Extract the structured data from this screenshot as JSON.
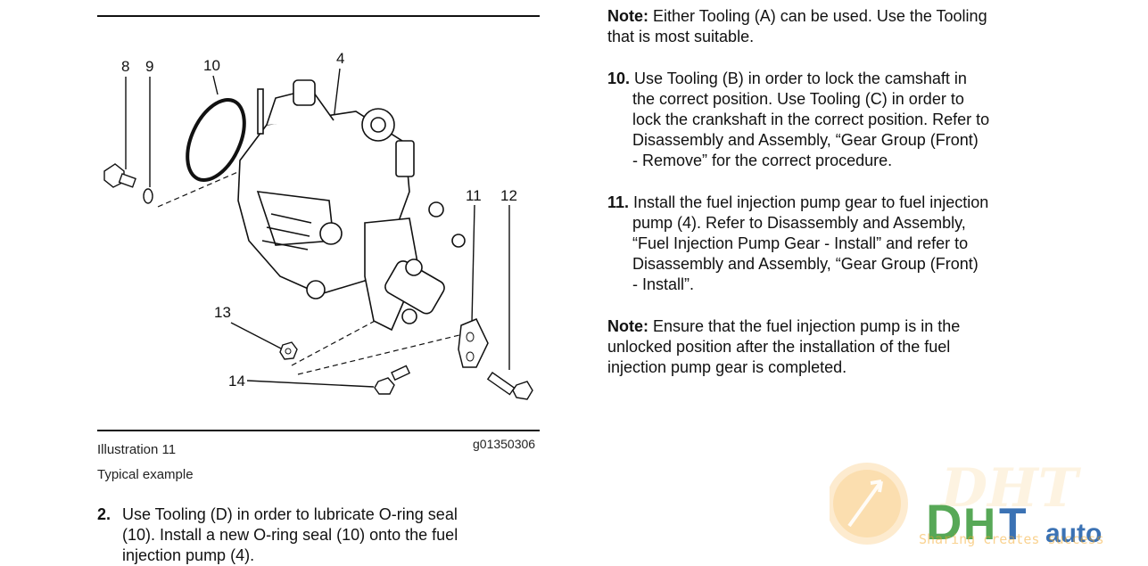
{
  "left": {
    "illustration_label": "Illustration 11",
    "illustration_code": "g01350306",
    "caption": "Typical example",
    "figure_callouts": [
      "8",
      "9",
      "10",
      "4",
      "11",
      "12",
      "13",
      "14"
    ],
    "step2": {
      "number": "2.",
      "line1": "Use Tooling (D) in order to lubricate O-ring seal",
      "line2": "(10). Install a new O-ring seal (10) onto the fuel",
      "line3": "injection pump (4)."
    }
  },
  "right": {
    "note1": {
      "label": "Note:",
      "line1": "Either Tooling (A) can be used. Use the Tooling",
      "line2": "that is most suitable."
    },
    "step10": {
      "number": "10.",
      "line1": "Use Tooling (B) in order to lock the camshaft in",
      "line2": "the correct position. Use Tooling (C) in order to",
      "line3": "lock the crankshaft in the correct position. Refer to",
      "line4": "Disassembly and Assembly, “Gear Group (Front)",
      "line5": "- Remove” for the correct procedure."
    },
    "step11": {
      "number": "11.",
      "line1": "Install the fuel injection pump gear to fuel injection",
      "line2": "pump (4). Refer to Disassembly and Assembly,",
      "line3": "“Fuel Injection Pump Gear - Install” and refer to",
      "line4": "Disassembly and Assembly, “Gear Group (Front)",
      "line5": "- Install”."
    },
    "note2": {
      "label": "Note:",
      "line1": "Ensure that the fuel injection pump is in the",
      "line2": "unlocked position after the installation of the fuel",
      "line3": "injection pump gear is completed."
    }
  },
  "watermark": {
    "brand_text": "DHT auto",
    "slogan": "Sharing creates success",
    "colors": {
      "orange": "#f5a623",
      "green": "#3a9a3a",
      "blue": "#1a5aa8"
    }
  }
}
